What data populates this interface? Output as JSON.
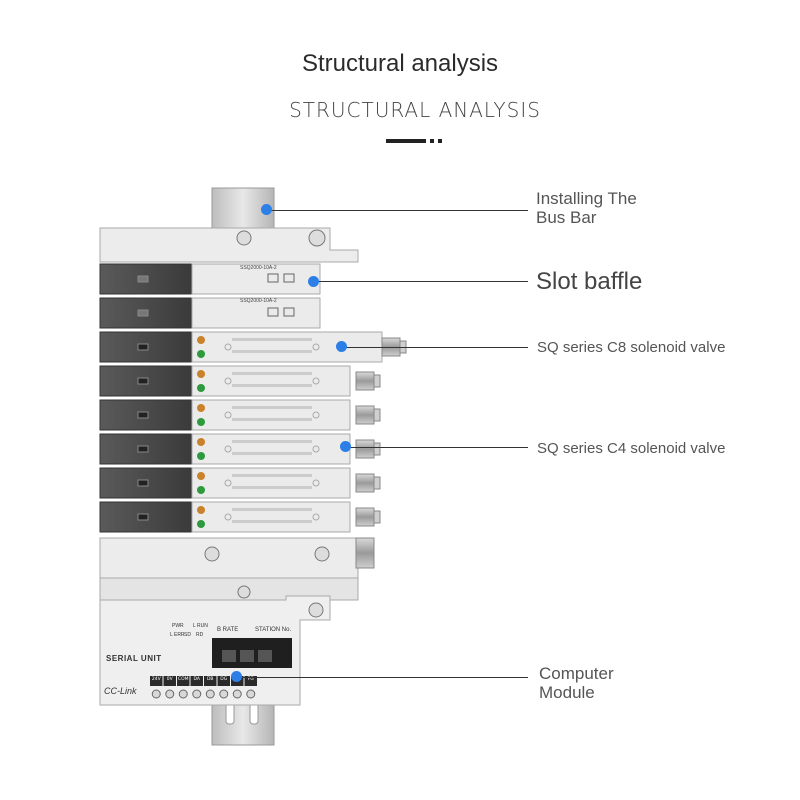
{
  "header": {
    "title": "Structural analysis",
    "subtitle": "STRUCTURAL ANALYSIS"
  },
  "callouts": [
    {
      "id": "bus-bar",
      "line1": "Installing The",
      "line2": "Bus Bar"
    },
    {
      "id": "slot-baffle",
      "line1": "Slot baffle"
    },
    {
      "id": "c8-valve",
      "line1": "SQ series C8 solenoid valve"
    },
    {
      "id": "c4-valve",
      "line1": "SQ series C4 solenoid valve"
    },
    {
      "id": "computer-module",
      "line1": "Computer",
      "line2": "Module"
    }
  ],
  "device": {
    "baffle_text": "SSQ2000-10A-2",
    "serial_unit_label": "SERIAL  UNIT",
    "cclink_label": "CC-Link",
    "b_rate_label": "B RATE",
    "station_label": "STATION No.",
    "pwr_label": "PWR",
    "run_label": "L RUN",
    "err_label": "L ERR",
    "sd_label": "SD",
    "rd_label": "RD",
    "terminals": [
      "24V",
      "0V",
      "COM",
      "DA",
      "DB",
      "DG",
      "SLD",
      "FG"
    ]
  },
  "colors": {
    "callout_dot": "#2d7fe8",
    "leader_line": "#333333",
    "body_light": "#ebebeb",
    "body_dark": "#4a4a4a",
    "led_green": "#2e9a3e",
    "led_orange": "#c9822b"
  }
}
